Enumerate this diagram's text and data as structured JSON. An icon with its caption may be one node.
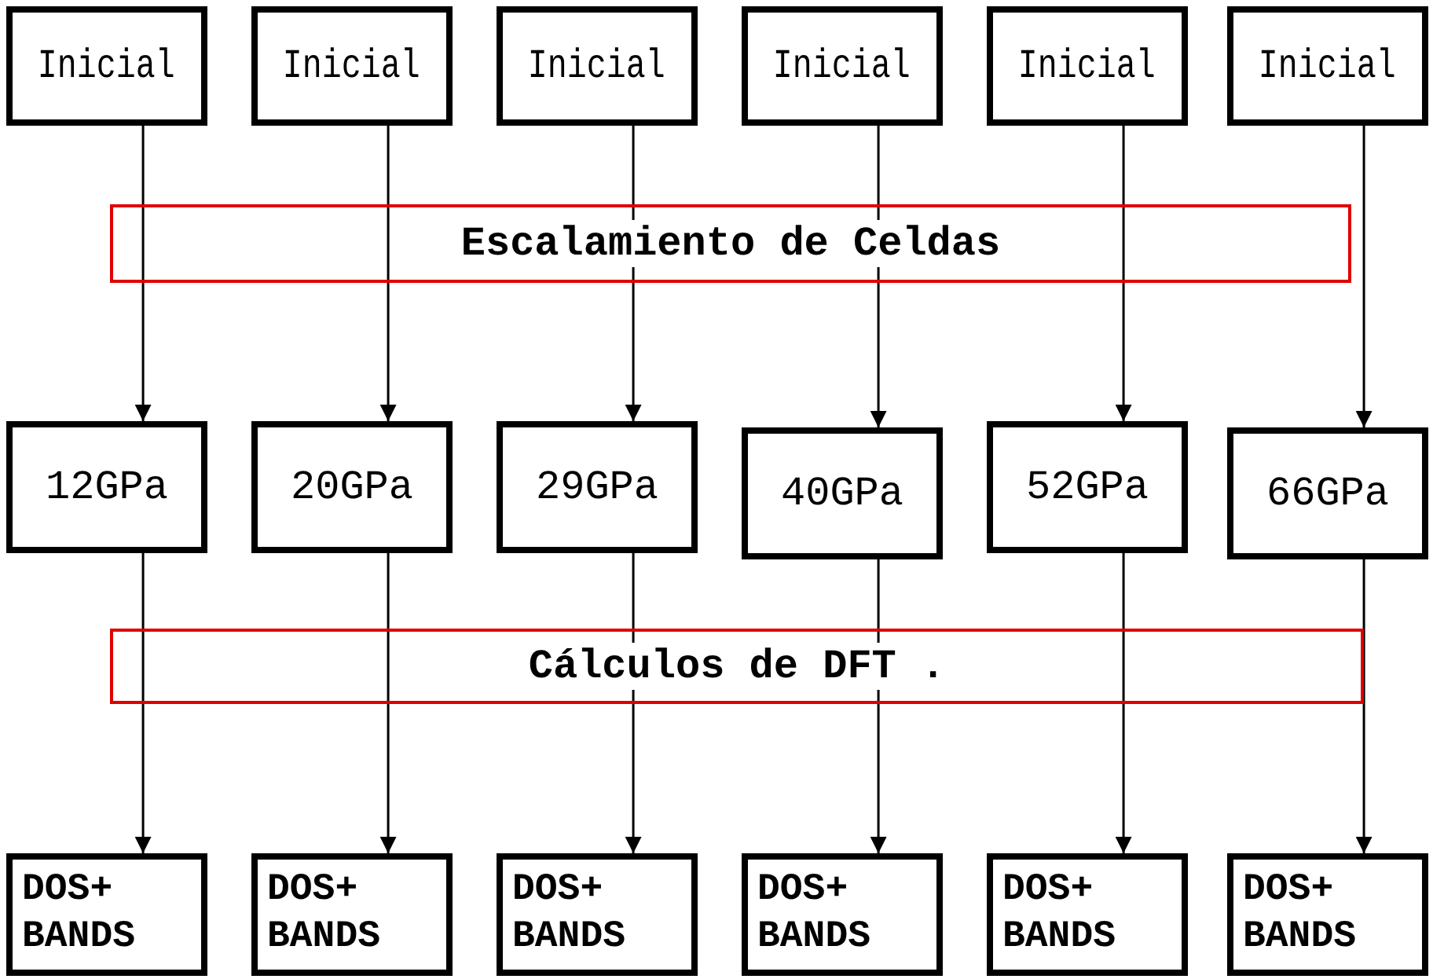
{
  "diagram": {
    "nodes": [
      {
        "text": [
          "Inicial"
        ]
      },
      {
        "text": [
          "Inicial"
        ]
      },
      {
        "text": [
          "Inicial"
        ]
      },
      {
        "text": [
          "Inicial"
        ]
      },
      {
        "text": [
          "Inicial"
        ]
      },
      {
        "text": [
          "Inicial"
        ]
      },
      {
        "text": [
          "12GPa"
        ]
      },
      {
        "text": [
          "20GPa"
        ]
      },
      {
        "text": [
          "29GPa"
        ]
      },
      {
        "text": [
          "40GPa"
        ]
      },
      {
        "text": [
          "52GPa"
        ]
      },
      {
        "text": [
          "66GPa"
        ]
      },
      {
        "text": [
          "DOS+ BANDS"
        ]
      },
      {
        "text": [
          "DOS+ BANDS"
        ]
      },
      {
        "text": [
          "DOS+ BANDS"
        ]
      },
      {
        "text": [
          "DOS+ BANDS"
        ]
      },
      {
        "text": [
          "DOS+ BANDS"
        ]
      },
      {
        "text": [
          "DOS+ BANDS"
        ]
      }
    ],
    "edges": [
      {
        "from": 0,
        "to": 6,
        "arrow": "to"
      },
      {
        "from": 1,
        "to": 7,
        "arrow": "to"
      },
      {
        "from": 2,
        "to": 8,
        "arrow": "to"
      },
      {
        "from": 3,
        "to": 9,
        "arrow": "to"
      },
      {
        "from": 4,
        "to": 10,
        "arrow": "to"
      },
      {
        "from": 5,
        "to": 11,
        "arrow": "to"
      },
      {
        "from": 6,
        "to": 12,
        "arrow": "to"
      },
      {
        "from": 7,
        "to": 13,
        "arrow": "to"
      },
      {
        "from": 8,
        "to": 14,
        "arrow": "to"
      },
      {
        "from": 9,
        "to": 15,
        "arrow": "to"
      },
      {
        "from": 10,
        "to": 16,
        "arrow": "to"
      },
      {
        "from": 11,
        "to": 17,
        "arrow": "to"
      }
    ],
    "labels": [
      "Escalamiento de Celdas",
      "Cálculos de DFT ."
    ]
  }
}
